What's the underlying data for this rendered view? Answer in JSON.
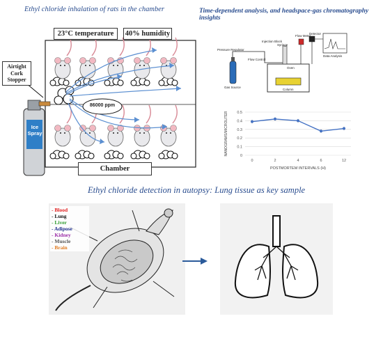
{
  "titles": {
    "left": "Ethyl chloride inhalation of rats in the chamber",
    "right": "Time-dependent analysis, and headspace-gas chromatography insights",
    "bottom": "Ethyl chloride detection in autopsy: Lung tissue as key sample"
  },
  "chamber": {
    "temperature": "23°C temperature",
    "humidity": "40% humidity",
    "stopper": "Airtight Cork Stopper",
    "spray": "Ice Spray",
    "concentration": "86000 ppm",
    "label": "Chamber"
  },
  "gc_diagram": {
    "pressure_regulator": "Pressure Regulator",
    "injection_block": "Injection Block",
    "syringe": "Syringe",
    "flow_meter": "Flow Meter",
    "detector": "Detector",
    "flow_control": "Flow Control",
    "oven": "Oven",
    "column": "Column",
    "gas_source": "Gas Source",
    "data_analysis": "Data Analysis"
  },
  "chart_data": {
    "type": "line",
    "x": [
      "0",
      "2",
      "4",
      "6",
      "12"
    ],
    "values": [
      0.39,
      0.42,
      0.4,
      0.28,
      0.31
    ],
    "errors": [
      0.02,
      0.02,
      0.02,
      0.02,
      0.02
    ],
    "ylim": [
      0,
      0.5
    ],
    "yticks": [
      "0",
      "0.1",
      "0.2",
      "0.3",
      "0.4",
      "0.5"
    ],
    "ylabel": "NANOGRAMS/MICROLITER",
    "xlabel": "POSTMORTEM INTERVALS (H)",
    "color": "#4472c4",
    "grid": true
  },
  "organs": [
    {
      "label": "- Blood",
      "color": "#e02020"
    },
    {
      "label": "- Lung",
      "color": "#111111"
    },
    {
      "label": "- Liver",
      "color": "#2e9b2e"
    },
    {
      "label": "- Adipose",
      "color": "#1a2a8a"
    },
    {
      "label": "- Kidney",
      "color": "#9b2ea8"
    },
    {
      "label": "- Muscle",
      "color": "#555555"
    },
    {
      "label": "- Brain",
      "color": "#e07a1f"
    }
  ]
}
